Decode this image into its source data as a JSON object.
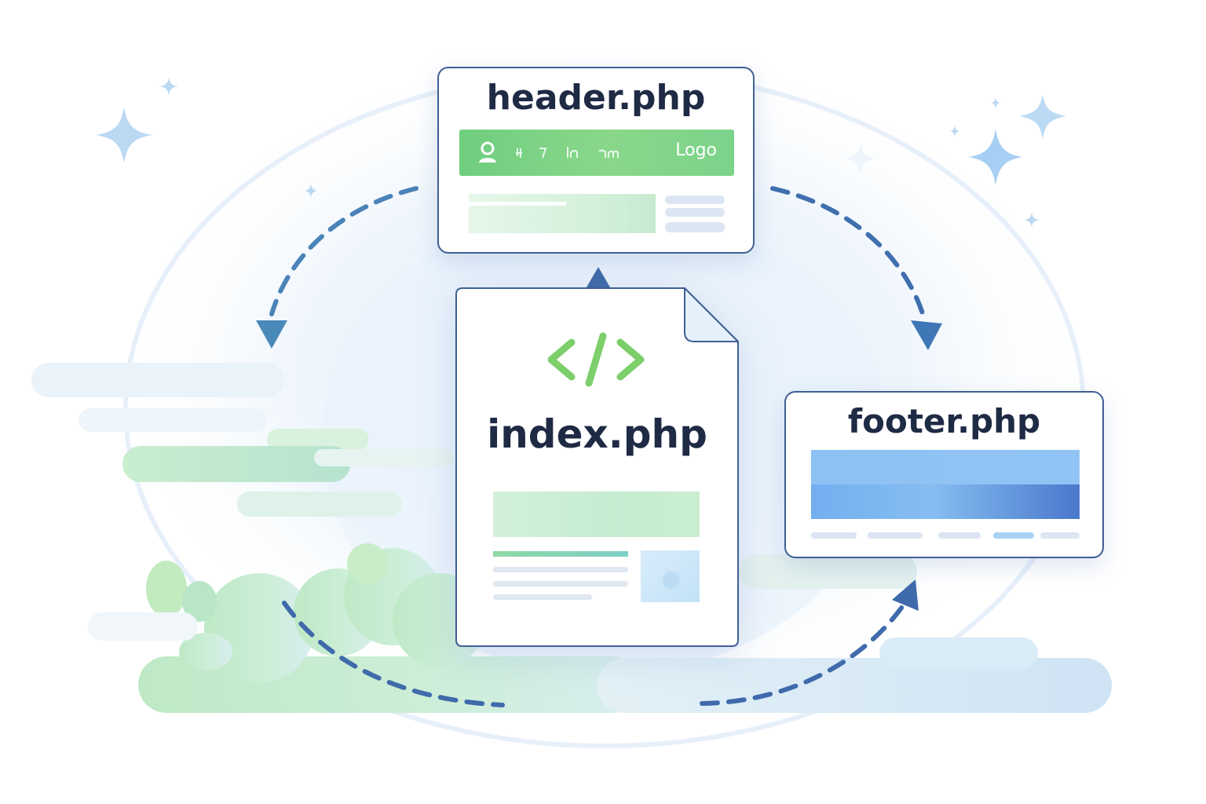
{
  "header_card": {
    "title": "header.php",
    "nav_logo": "Logo"
  },
  "index_card": {
    "title": "index.php",
    "code_icon": "code-brackets-icon"
  },
  "footer_card": {
    "title": "footer.php"
  },
  "colors": {
    "card_border": "#3f5f95",
    "title_text": "#1f2a44",
    "header_nav": "#7bd38a",
    "code_icon": "#7ccf6a",
    "footer_band": "#7eb3ef",
    "arrow_dash": "#3f6fae",
    "sparkle": "#a9d0f2"
  }
}
